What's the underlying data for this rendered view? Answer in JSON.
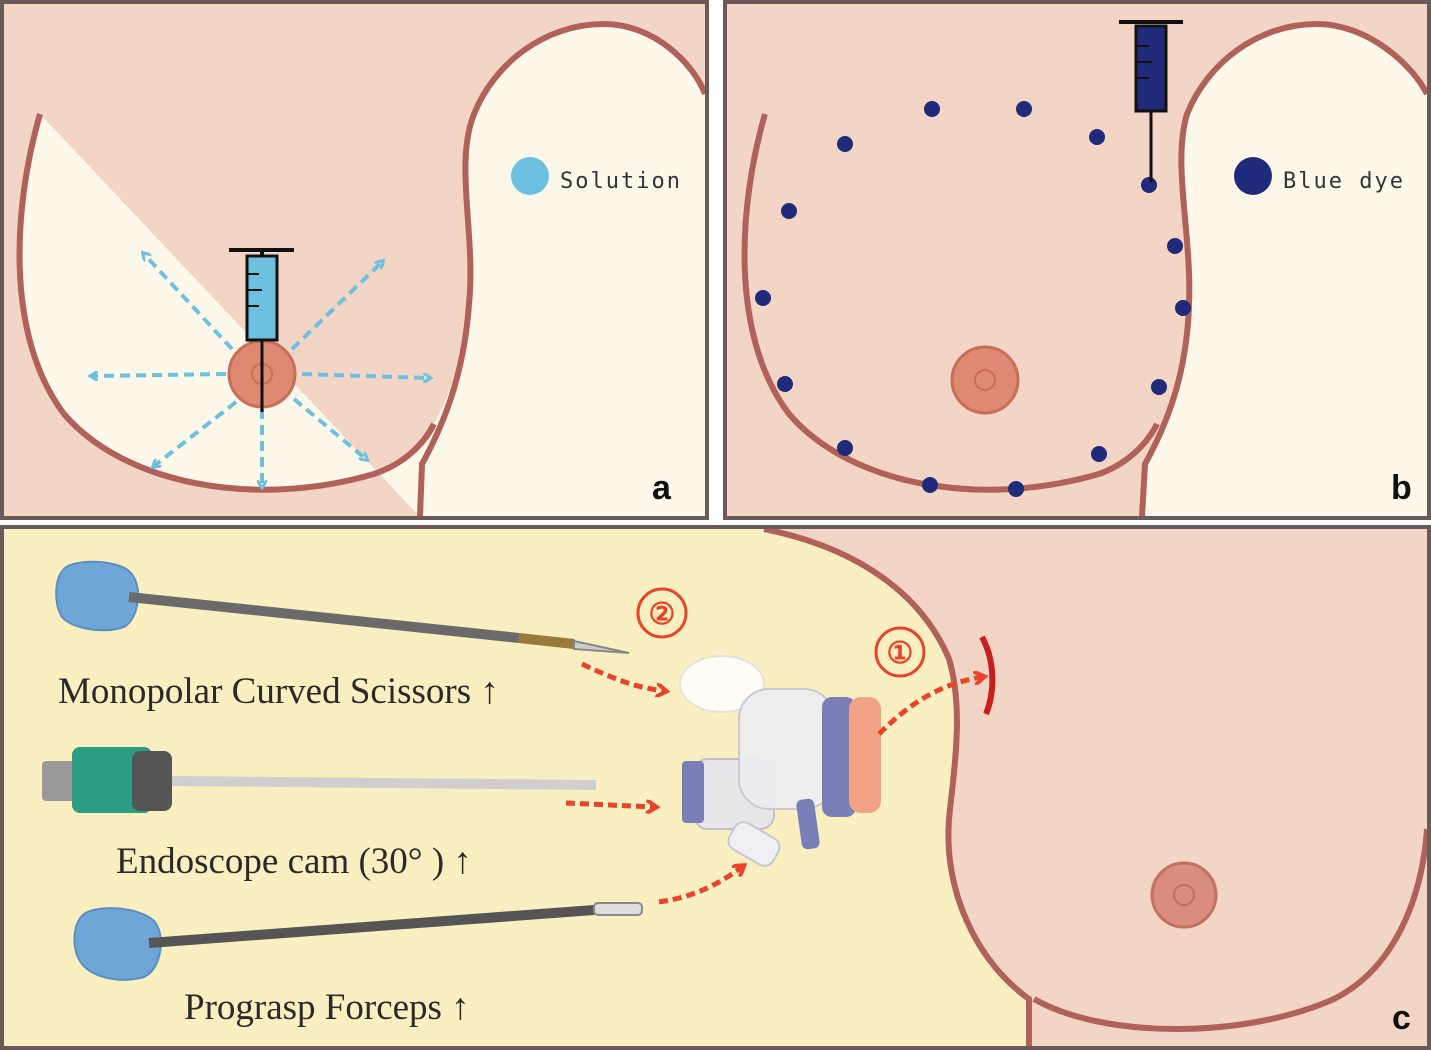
{
  "panel_a": {
    "legend_label": "Solution",
    "panel_letter": "a",
    "colors": {
      "skin": "#f3d5c5",
      "outline": "#b0625a",
      "solution": "#6dc0df",
      "nipple": "#de8a72"
    }
  },
  "panel_b": {
    "legend_label": "Blue dye",
    "panel_letter": "b",
    "colors": {
      "dye": "#1f2a7a"
    }
  },
  "panel_c": {
    "panel_letter": "c",
    "step_1": "①",
    "step_2": "②",
    "instruments": [
      {
        "label": "Monopolar Curved Scissors ↑"
      },
      {
        "label": "Endoscope cam (30°  ) ↑"
      },
      {
        "label": "Prograsp Forceps ↑"
      }
    ],
    "colors": {
      "background": "#faefc0",
      "arrow": "#e8442a",
      "handle": "#6fa6d8",
      "camera": "#2a9d82"
    }
  }
}
